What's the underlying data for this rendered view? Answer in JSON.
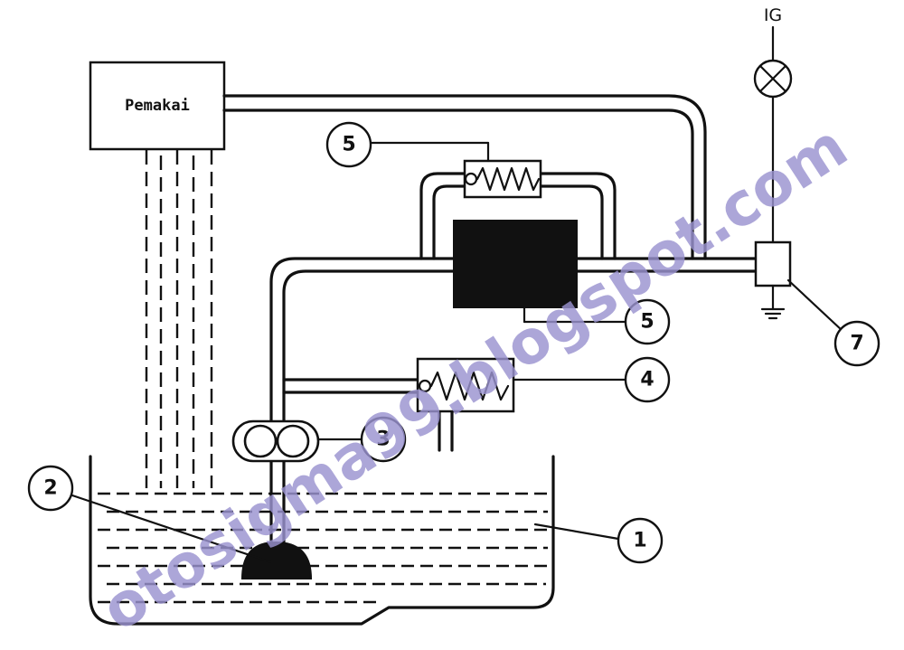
{
  "labels": {
    "consumer": "Pemakai",
    "ignition": "IG"
  },
  "callouts": [
    "1",
    "2",
    "3",
    "4",
    "5",
    "5",
    "7"
  ],
  "watermark": "otosigma99.blogspot.com",
  "colors": {
    "ink": "#111111",
    "watermark": "#9a93cf",
    "background": "#ffffff"
  }
}
